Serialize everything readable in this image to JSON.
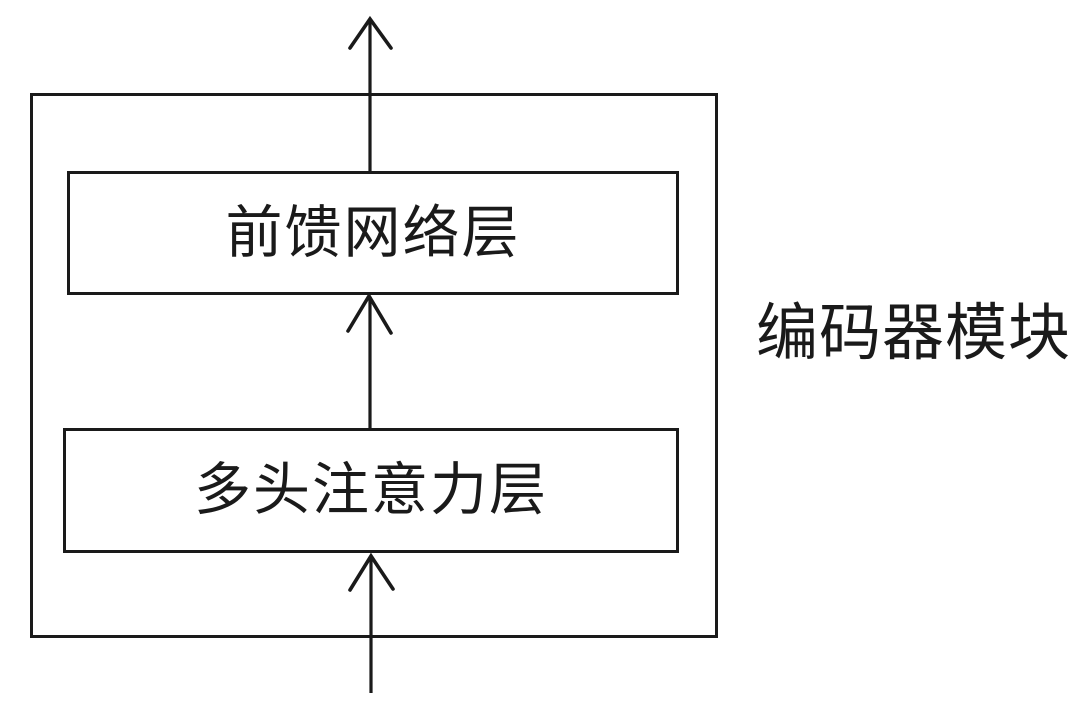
{
  "diagram": {
    "title_hint": "encoder-module-block-diagram",
    "outer_module": {
      "label": "编码器模块"
    },
    "boxes": [
      {
        "id": "feed-forward",
        "label": "前馈网络层"
      },
      {
        "id": "multi-head-attention",
        "label": "多头注意力层"
      }
    ],
    "arrows": [
      {
        "id": "input-arrow",
        "from": "outside-bottom",
        "to": "multi-head-attention",
        "direction": "up"
      },
      {
        "id": "attention-to-feedforward-arrow",
        "from": "multi-head-attention",
        "to": "feed-forward",
        "direction": "up"
      },
      {
        "id": "output-arrow",
        "from": "feed-forward",
        "to": "outside-top",
        "direction": "up"
      }
    ],
    "colors": {
      "line": "#1a1a1a",
      "background": "#ffffff"
    }
  }
}
